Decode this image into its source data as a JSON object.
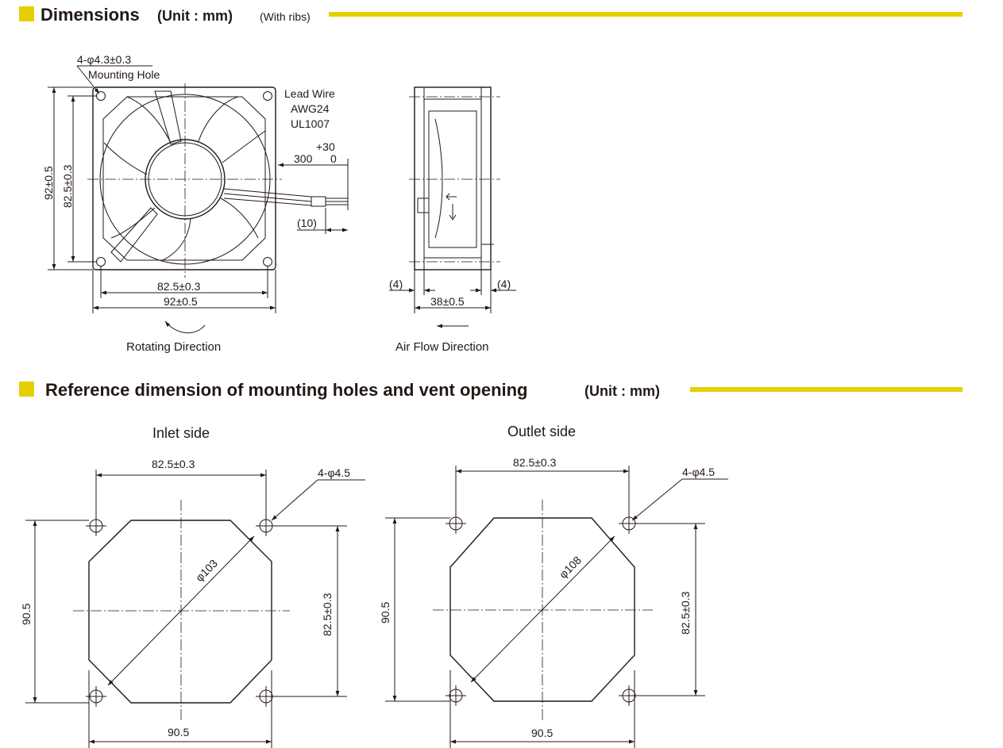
{
  "section1": {
    "title": "Dimensions",
    "unit": "(Unit : mm)",
    "note": "(With ribs)",
    "accent_color": "#e6cf00"
  },
  "front_view": {
    "hole_spec": "4-φ4.3±0.3",
    "hole_label": "Mounting Hole",
    "lead_wire": [
      "Lead Wire",
      "AWG24",
      "UL1007"
    ],
    "lead_length": "300",
    "lead_tol_plus": "+30",
    "lead_tol_minus": "0",
    "strip_length": "(10)",
    "height_outer": "92±0.5",
    "height_pitch": "82.5±0.3",
    "width_pitch": "82.5±0.3",
    "width_outer": "92±0.5",
    "caption": "Rotating Direction"
  },
  "side_view": {
    "rib_left": "(4)",
    "rib_right": "(4)",
    "depth": "38±0.5",
    "caption": "Air Flow Direction"
  },
  "section2": {
    "title": "Reference dimension of mounting holes and vent opening",
    "unit": "(Unit : mm)"
  },
  "inlet": {
    "title": "Inlet side",
    "pitch_top": "82.5±0.3",
    "hole_spec": "4-φ4.5",
    "diameter": "φ103",
    "height": "90.5",
    "pitch_right": "82.5±0.3",
    "width": "90.5"
  },
  "outlet": {
    "title": "Outlet side",
    "pitch_top": "82.5±0.3",
    "hole_spec": "4-φ4.5",
    "diameter": "φ108",
    "height": "90.5",
    "pitch_right": "82.5±0.3",
    "width": "90.5"
  }
}
